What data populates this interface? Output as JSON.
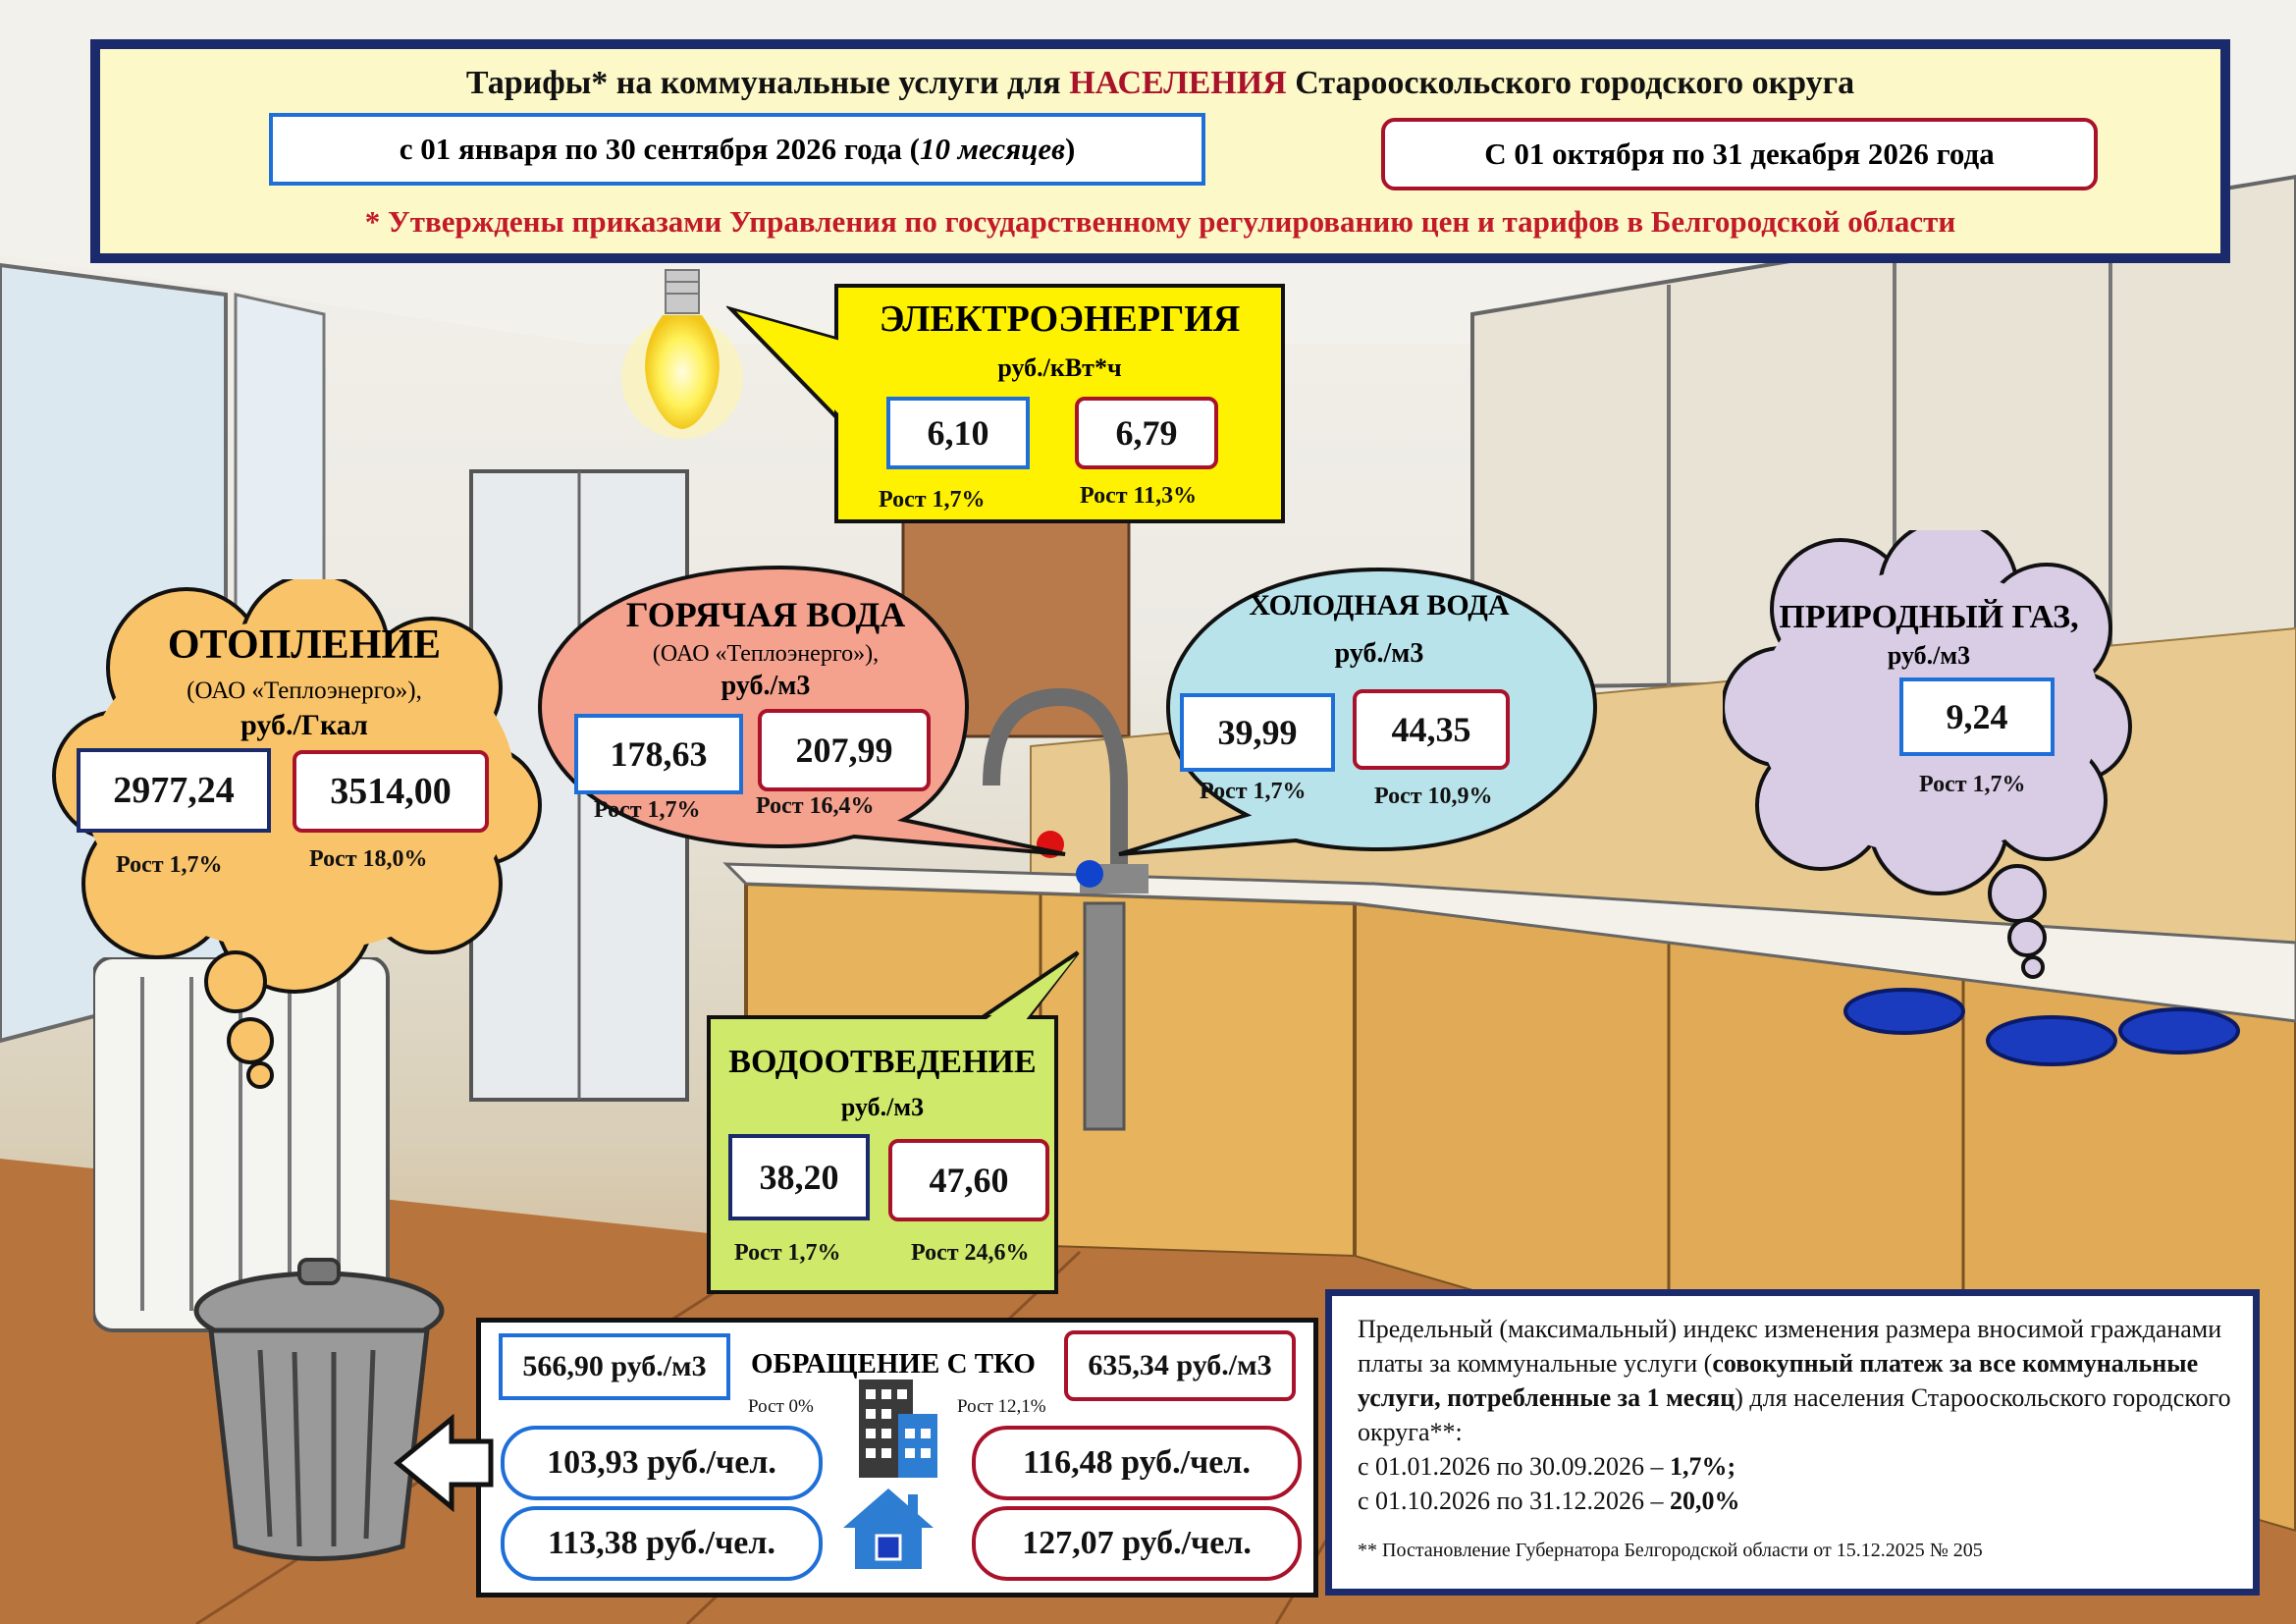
{
  "header": {
    "title_pre": "Тарифы* на коммунальные услуги для ",
    "title_highlight": "НАСЕЛЕНИЯ",
    "title_post": " Старооскольского городского округа",
    "period1_pre": "с 01 января по 30 сентября 2026 года (",
    "period1_italic": "10 месяцев",
    "period1_post": ")",
    "period2": "С 01 октября по 31 декабря 2026 года",
    "note": "* Утверждены приказами Управления по государственному регулированию цен и тарифов в Белгородской области"
  },
  "electricity": {
    "title": "ЭЛЕКТРОЭНЕРГИЯ",
    "unit": "руб./кВт*ч",
    "v1": "6,10",
    "v2": "6,79",
    "g1": "Рост  1,7%",
    "g2": "Рост  11,3%"
  },
  "heating": {
    "title": "ОТОПЛЕНИЕ",
    "org": "(ОАО «Теплоэнерго»),",
    "unit": "руб./Гкал",
    "v1": "2977,24",
    "v2": "3514,00",
    "g1": "Рост  1,7%",
    "g2": "Рост  18,0%"
  },
  "hot_water": {
    "title": "ГОРЯЧАЯ ВОДА",
    "org": "(ОАО «Теплоэнерго»),",
    "unit": "руб./м3",
    "v1": "178,63",
    "v2": "207,99",
    "g1": "Рост  1,7%",
    "g2": "Рост  16,4%"
  },
  "cold_water": {
    "title": "ХОЛОДНАЯ ВОДА",
    "unit": "руб./м3",
    "v1": "39,99",
    "v2": "44,35",
    "g1": "Рост  1,7%",
    "g2": "Рост  10,9%"
  },
  "gas": {
    "title": "ПРИРОДНЫЙ ГАЗ,",
    "unit": "руб./м3",
    "v1": "9,24",
    "g1": "Рост  1,7%"
  },
  "sewage": {
    "title": "ВОДООТВЕДЕНИЕ",
    "unit": "руб./м3",
    "v1": "38,20",
    "v2": "47,60",
    "g1": "Рост  1,7%",
    "g2": "Рост  24,6%"
  },
  "tko": {
    "title": "ОБРАЩЕНИЕ С ТКО",
    "v1": "566,90 руб./м3",
    "v2": "635,34 руб./м3",
    "g1": "Рост 0%",
    "g2": "Рост 12,1%",
    "mkd1": "103,93 руб./чел.",
    "mkd2": "116,48 руб./чел.",
    "house1": "113,38 руб./чел.",
    "house2": "127,07 руб./чел."
  },
  "index_box": {
    "line1_pre": "Предельный (максимальный) индекс изменения размера вносимой гражданами платы за коммунальные услуги (",
    "line1_bold": "совокупный платеж за все коммунальные услуги, потребленные за 1 месяц",
    "line1_post": ") для населения Старооскольского городского округа**:",
    "p1_pre": "с 01.01.2026 по 30.09.2026 – ",
    "p1_val": "1,7%;",
    "p2_pre": "с 01.10.2026 по 31.12.2026 – ",
    "p2_val": "20,0%",
    "footnote": "** Постановление Губернатора Белгородской области от 15.12.2025 № 205"
  },
  "icons": [
    "light-bulb-icon",
    "faucet-icon",
    "trash-can-icon",
    "apartment-building-icon",
    "house-icon",
    "gas-burner-icon",
    "radiator-icon"
  ],
  "colors": {
    "blue_frame": "#1f6fd8",
    "red_frame": "#a8122a",
    "navy_frame": "#1b2a6b",
    "electricity_bg": "#fff200",
    "heating_bg": "#f9c36a",
    "hot_water_bg": "#f4a18e",
    "cold_water_bg": "#b9e3ea",
    "gas_bg": "#d9cde6",
    "sewage_bg": "#cfe96a",
    "header_bg": "#fdf8c8"
  }
}
